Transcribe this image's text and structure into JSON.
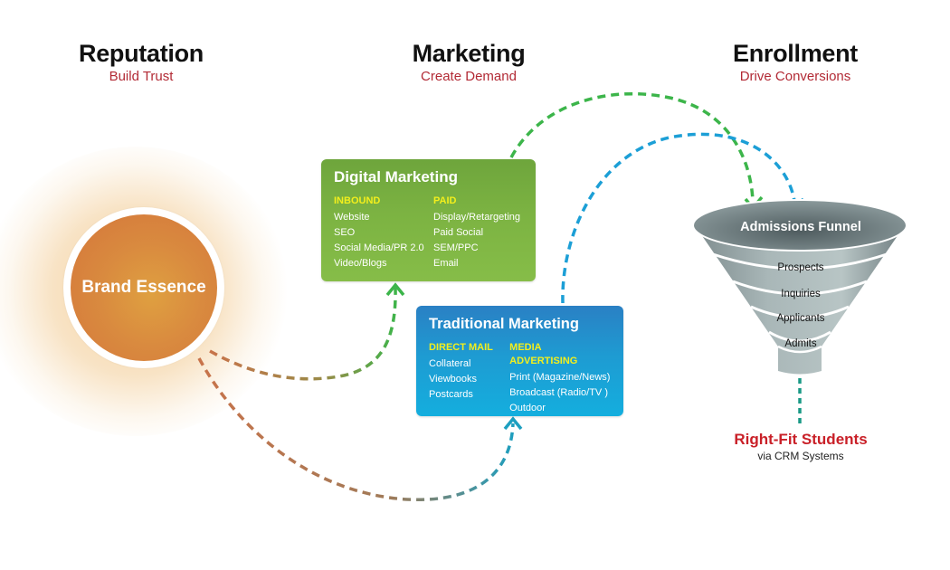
{
  "stages": [
    {
      "title": "Reputation",
      "subtitle": "Build Trust"
    },
    {
      "title": "Marketing",
      "subtitle": "Create Demand"
    },
    {
      "title": "Enrollment",
      "subtitle": "Drive Conversions"
    }
  ],
  "brand": {
    "label": "Brand Essence",
    "color": "#d98a3f"
  },
  "digital_marketing": {
    "title": "Digital Marketing",
    "color": "#7cb342",
    "columns": [
      {
        "header": "INBOUND",
        "items": [
          "Website",
          "SEO",
          "Social Media/PR 2.0",
          "Video/Blogs"
        ]
      },
      {
        "header": "PAID",
        "items": [
          "Display/Retargeting",
          "Paid Social",
          "SEM/PPC",
          "Email"
        ]
      }
    ]
  },
  "traditional_marketing": {
    "title": "Traditional Marketing",
    "color": "#1e9bd2",
    "columns": [
      {
        "header": "DIRECT MAIL",
        "items": [
          "Collateral",
          "Viewbooks",
          "Postcards"
        ]
      },
      {
        "header": "MEDIA ADVERTISING",
        "items": [
          "Print (Magazine/News)",
          "Broadcast (Radio/TV )",
          "Outdoor"
        ]
      }
    ]
  },
  "funnel": {
    "title": "Admissions Funnel",
    "stages": [
      "Prospects",
      "Inquiries",
      "Applicants",
      "Admits"
    ]
  },
  "outcome": {
    "title": "Right-Fit Students",
    "subtitle": "via CRM Systems"
  },
  "colors": {
    "heading_sub": "#b22a35",
    "accent_header": "#f3ef1c",
    "arrow_orange": "#c8734a",
    "arrow_green": "#3cb54a",
    "arrow_blue": "#1c9fd6",
    "arrow_teal": "#1a9a86",
    "outcome": "#c92028"
  }
}
